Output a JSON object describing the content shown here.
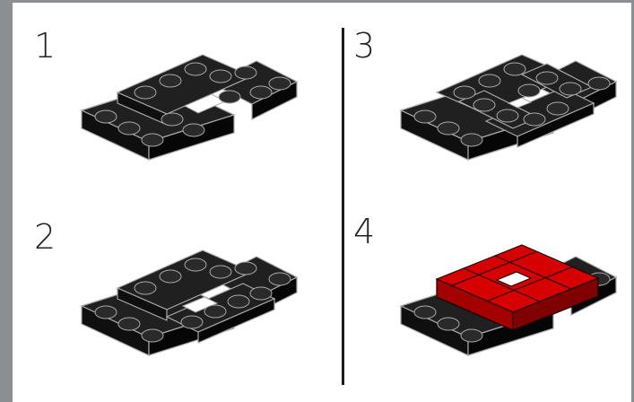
{
  "steps": [
    {
      "label": "1"
    },
    {
      "label": "2"
    },
    {
      "label": "3"
    },
    {
      "label": "4"
    }
  ],
  "colors": {
    "page_background": "#8a8f93",
    "sheet": "#ffffff",
    "brick_black": "#202020",
    "brick_black_side": "#0b0b0b",
    "brick_edge": "#a9a9a9",
    "brick_red": "#d70000",
    "brick_red_side": "#a30000"
  }
}
